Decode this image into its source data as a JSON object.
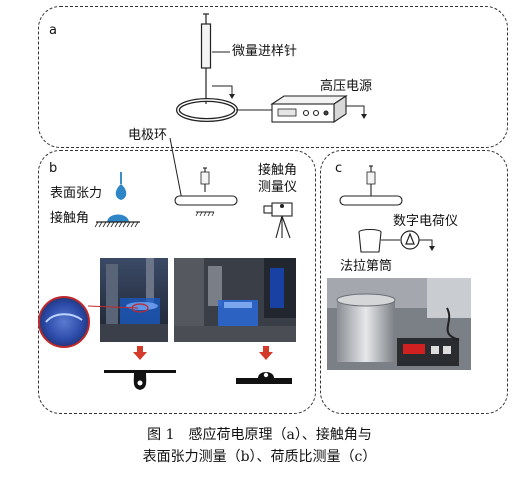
{
  "panels": {
    "a": {
      "label": "a"
    },
    "b": {
      "label": "b"
    },
    "c": {
      "label": "c"
    }
  },
  "labels": {
    "micro_syringe": "微量进样针",
    "high_voltage_supply": "高压电源",
    "electrode_ring": "电极环",
    "surface_tension": "表面张力",
    "contact_angle": "接触角",
    "contact_angle_meter_line1": "接触角",
    "contact_angle_meter_line2": "测量仪",
    "digital_charge_meter": "数字电荷仪",
    "faraday_cup": "法拉第筒"
  },
  "caption": {
    "line1": "图 1　感应荷电原理（a）、接触角与",
    "line2": "表面张力测量（b）、荷质比测量（c）"
  }
}
